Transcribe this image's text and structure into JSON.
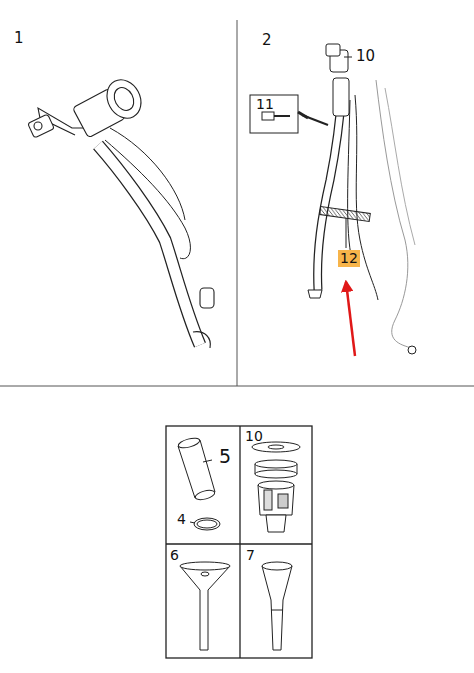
{
  "diagram": {
    "labels": [
      "1",
      "2",
      "10",
      "11",
      "12",
      "5",
      "4",
      "10",
      "6",
      "7"
    ]
  }
}
